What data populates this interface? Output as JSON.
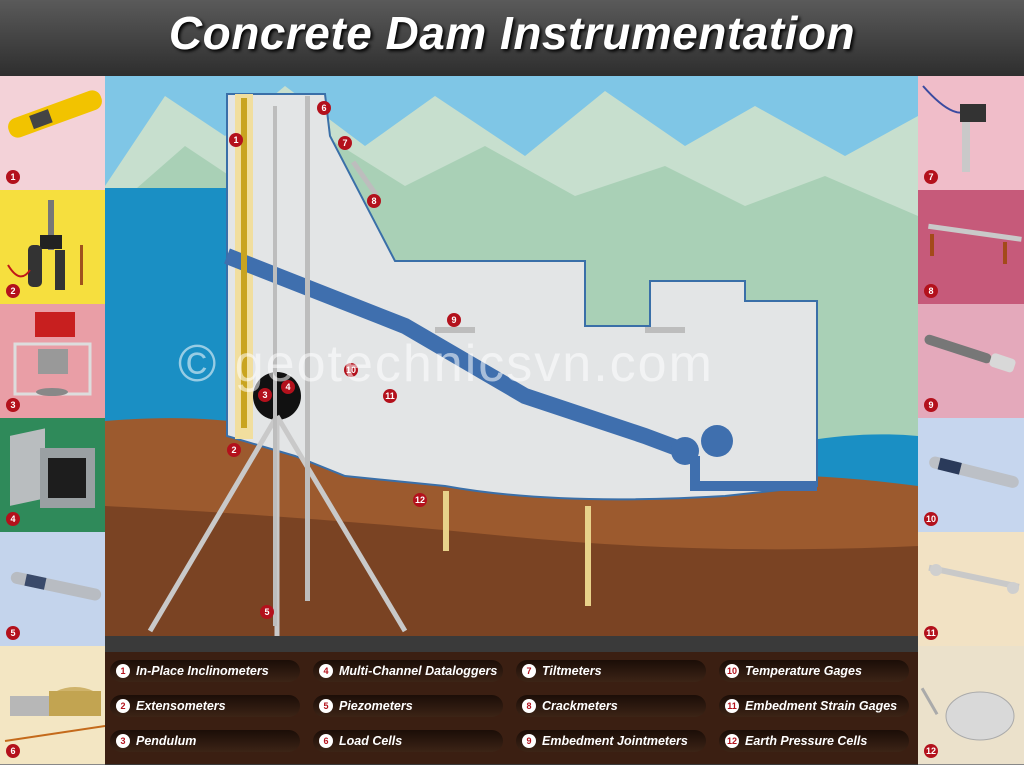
{
  "title": "Concrete Dam Instrumentation",
  "watermark": "© geotechnicsvn.com",
  "callouts": [
    "1",
    "2",
    "3",
    "4",
    "5",
    "6",
    "7",
    "8",
    "9",
    "10",
    "11",
    "12"
  ],
  "left_tiles": [
    {
      "num": "1",
      "color": "#f0c8d0"
    },
    {
      "num": "2",
      "color": "#f6e04a"
    },
    {
      "num": "3",
      "color": "#e8a0a8"
    },
    {
      "num": "4",
      "color": "#2f8a5a"
    },
    {
      "num": "5",
      "color": "#b7c9e8"
    },
    {
      "num": "6",
      "color": "#f3e6c3"
    }
  ],
  "right_tiles": [
    {
      "num": "7",
      "color": "#f0b9c6"
    },
    {
      "num": "8",
      "color": "#c24a6a"
    },
    {
      "num": "9",
      "color": "#e2a6b8"
    },
    {
      "num": "10",
      "color": "#c3d3ec"
    },
    {
      "num": "11",
      "color": "#f2e2c4"
    },
    {
      "num": "12",
      "color": "#e9dfc9"
    }
  ],
  "legend": [
    {
      "num": "1",
      "label": "In-Place Inclinometers"
    },
    {
      "num": "2",
      "label": "Extensometers"
    },
    {
      "num": "3",
      "label": "Pendulum"
    },
    {
      "num": "4",
      "label": "Multi-Channel Dataloggers"
    },
    {
      "num": "5",
      "label": "Piezometers"
    },
    {
      "num": "6",
      "label": "Load Cells"
    },
    {
      "num": "7",
      "label": "Tiltmeters"
    },
    {
      "num": "8",
      "label": "Crackmeters"
    },
    {
      "num": "9",
      "label": "Embedment Jointmeters"
    },
    {
      "num": "10",
      "label": "Temperature Gages"
    },
    {
      "num": "11",
      "label": "Embedment Strain Gages"
    },
    {
      "num": "12",
      "label": "Earth Pressure Cells"
    }
  ]
}
